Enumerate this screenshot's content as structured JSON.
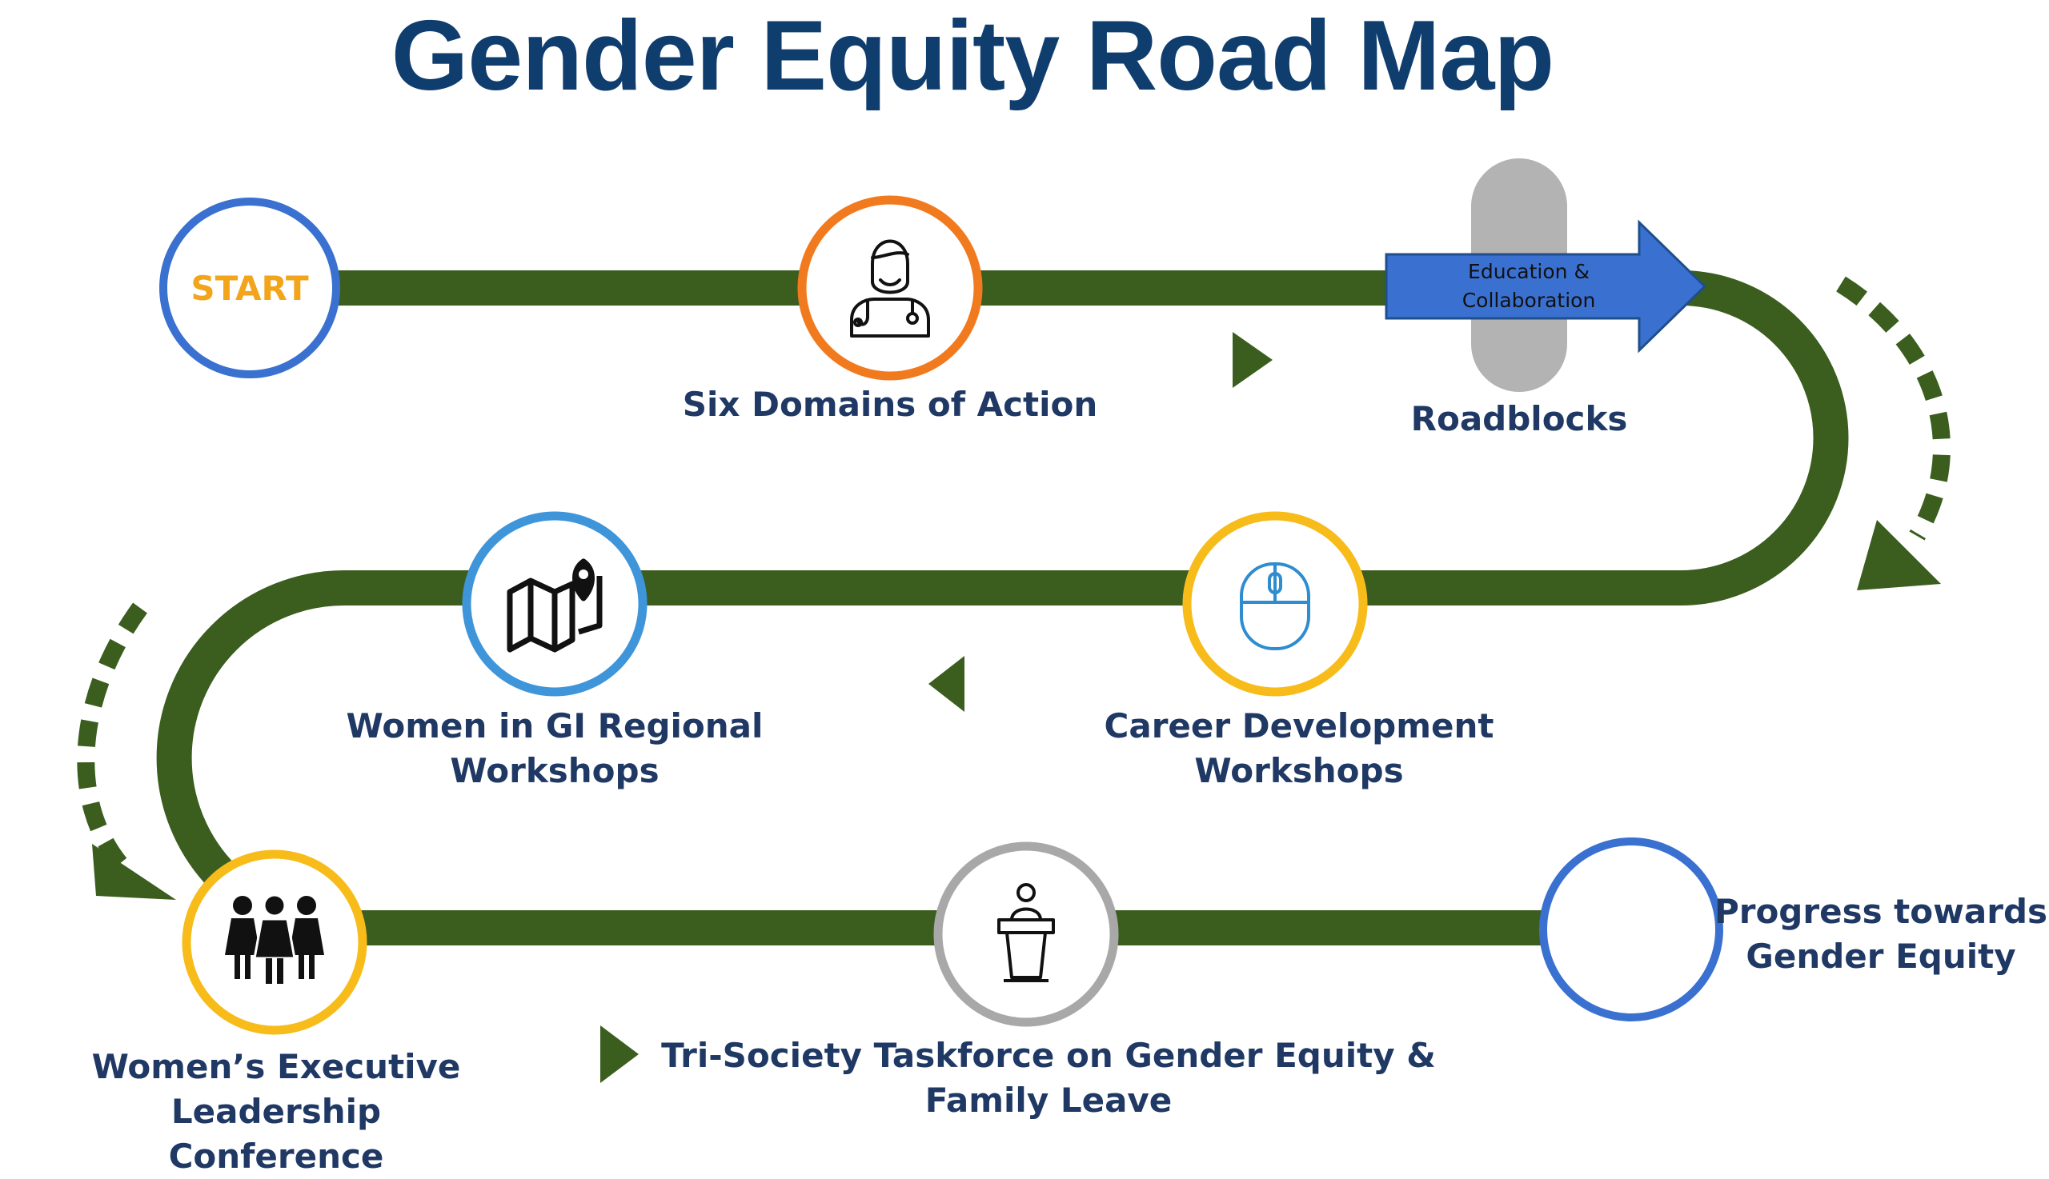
{
  "title": "Gender Equity Road Map",
  "colors": {
    "title": "#0f3e6e",
    "road": "#3b5e1f",
    "label": "#1f3864",
    "start": "#f2a51a",
    "arrow_fill": "#3a71d1",
    "roadblock": "#b3b3b3"
  },
  "start_label": "START",
  "arrow_box": {
    "text": "Education  &\nCollaboration"
  },
  "milestones": [
    {
      "label": "Six Domains of Action",
      "icon": "doctor-icon",
      "ring": "#f27a1e"
    },
    {
      "label": "Roadblocks",
      "icon": "roadblock-icon",
      "ring": "#b3b3b3"
    },
    {
      "label": "Women in GI Regional\nWorkshops",
      "icon": "map-pin-icon",
      "ring": "#3f95d9"
    },
    {
      "label": "Career Development\nWorkshops",
      "icon": "computer-mouse-icon",
      "ring": "#f7bc1a"
    },
    {
      "label": "Women’s Executive Leadership\nConference",
      "icon": "group-of-women-icon",
      "ring": "#f7bc1a"
    },
    {
      "label": "Tri-Society Taskforce on Gender Equity &\nFamily Leave",
      "icon": "podium-speaker-icon",
      "ring": "#a8a8a8"
    },
    {
      "label": "Progress towards\nGender Equity",
      "icon": "empty-circle",
      "ring": "#3a71d1"
    }
  ]
}
